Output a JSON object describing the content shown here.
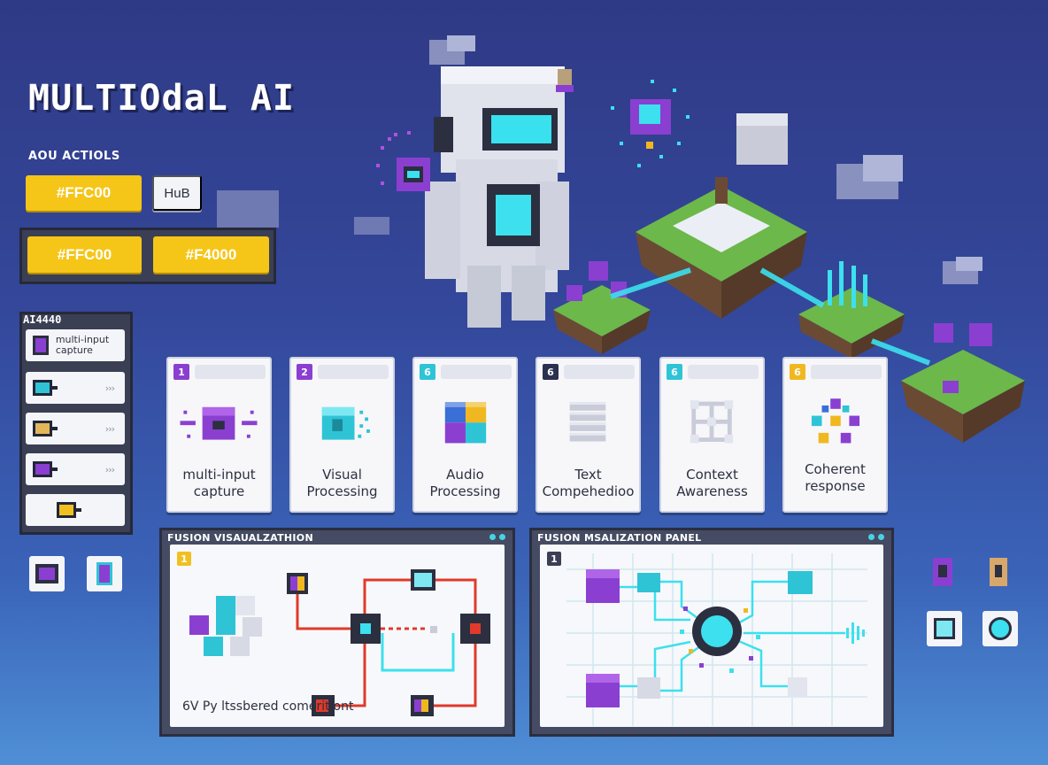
{
  "header": {
    "title": "MULTIOdaL AI",
    "actions_label": "AOU ACTIOLS"
  },
  "actions": {
    "primary_label": "#FFC00",
    "hub_label": "HuB",
    "swatch_1_label": "#FFC00",
    "swatch_2_label": "#F4000"
  },
  "sidebar": {
    "title": "AI4440",
    "items": [
      {
        "label": "multi-input capture",
        "icon": "purple-cube-icon",
        "color": "#8a3fd1"
      },
      {
        "label": "",
        "icon": "cyan-connector-icon",
        "color": "#2ec4d6",
        "chevron": "›››"
      },
      {
        "label": "",
        "icon": "amber-connector-icon",
        "color": "#e2b75a",
        "chevron": "›››"
      },
      {
        "label": "",
        "icon": "purple-connector-icon",
        "color": "#8a3fd1",
        "chevron": "›››"
      },
      {
        "label": "",
        "icon": "yellow-connector-icon",
        "color": "#f0c020"
      }
    ]
  },
  "stages": [
    {
      "number": "1",
      "label": "multi-input capture",
      "badge_color": "#8a3fd1",
      "icon": "input-cube-icon"
    },
    {
      "number": "2",
      "label": "Visual Processing",
      "badge_color": "#8a3fd1",
      "icon": "visual-cube-icon"
    },
    {
      "number": "6",
      "label": "Audio Processing",
      "badge_color": "#2ec4d6",
      "icon": "audio-cube-icon"
    },
    {
      "number": "6",
      "label": "Text Compehedioo",
      "badge_color": "#2a3050",
      "icon": "text-stack-icon"
    },
    {
      "number": "6",
      "label": "Context Awareness",
      "badge_color": "#2ec4d6",
      "icon": "context-lattice-icon"
    },
    {
      "number": "6",
      "label": "Coherent response",
      "badge_color": "#f0b820",
      "icon": "response-cluster-icon"
    }
  ],
  "fusion_left": {
    "title": "FUSION VISAUALZATHION",
    "number": "1",
    "badge_color": "#f0c020",
    "caption": "6V Py ltssbered comeritiont"
  },
  "fusion_right": {
    "title": "FUSION MSALIZATION PANEL",
    "number": "1",
    "badge_color": "#3a3f55"
  },
  "colors": {
    "accent_yellow": "#f5c518",
    "accent_cyan": "#2ec4d6",
    "accent_purple": "#8a3fd1",
    "accent_red": "#e03a2a"
  }
}
